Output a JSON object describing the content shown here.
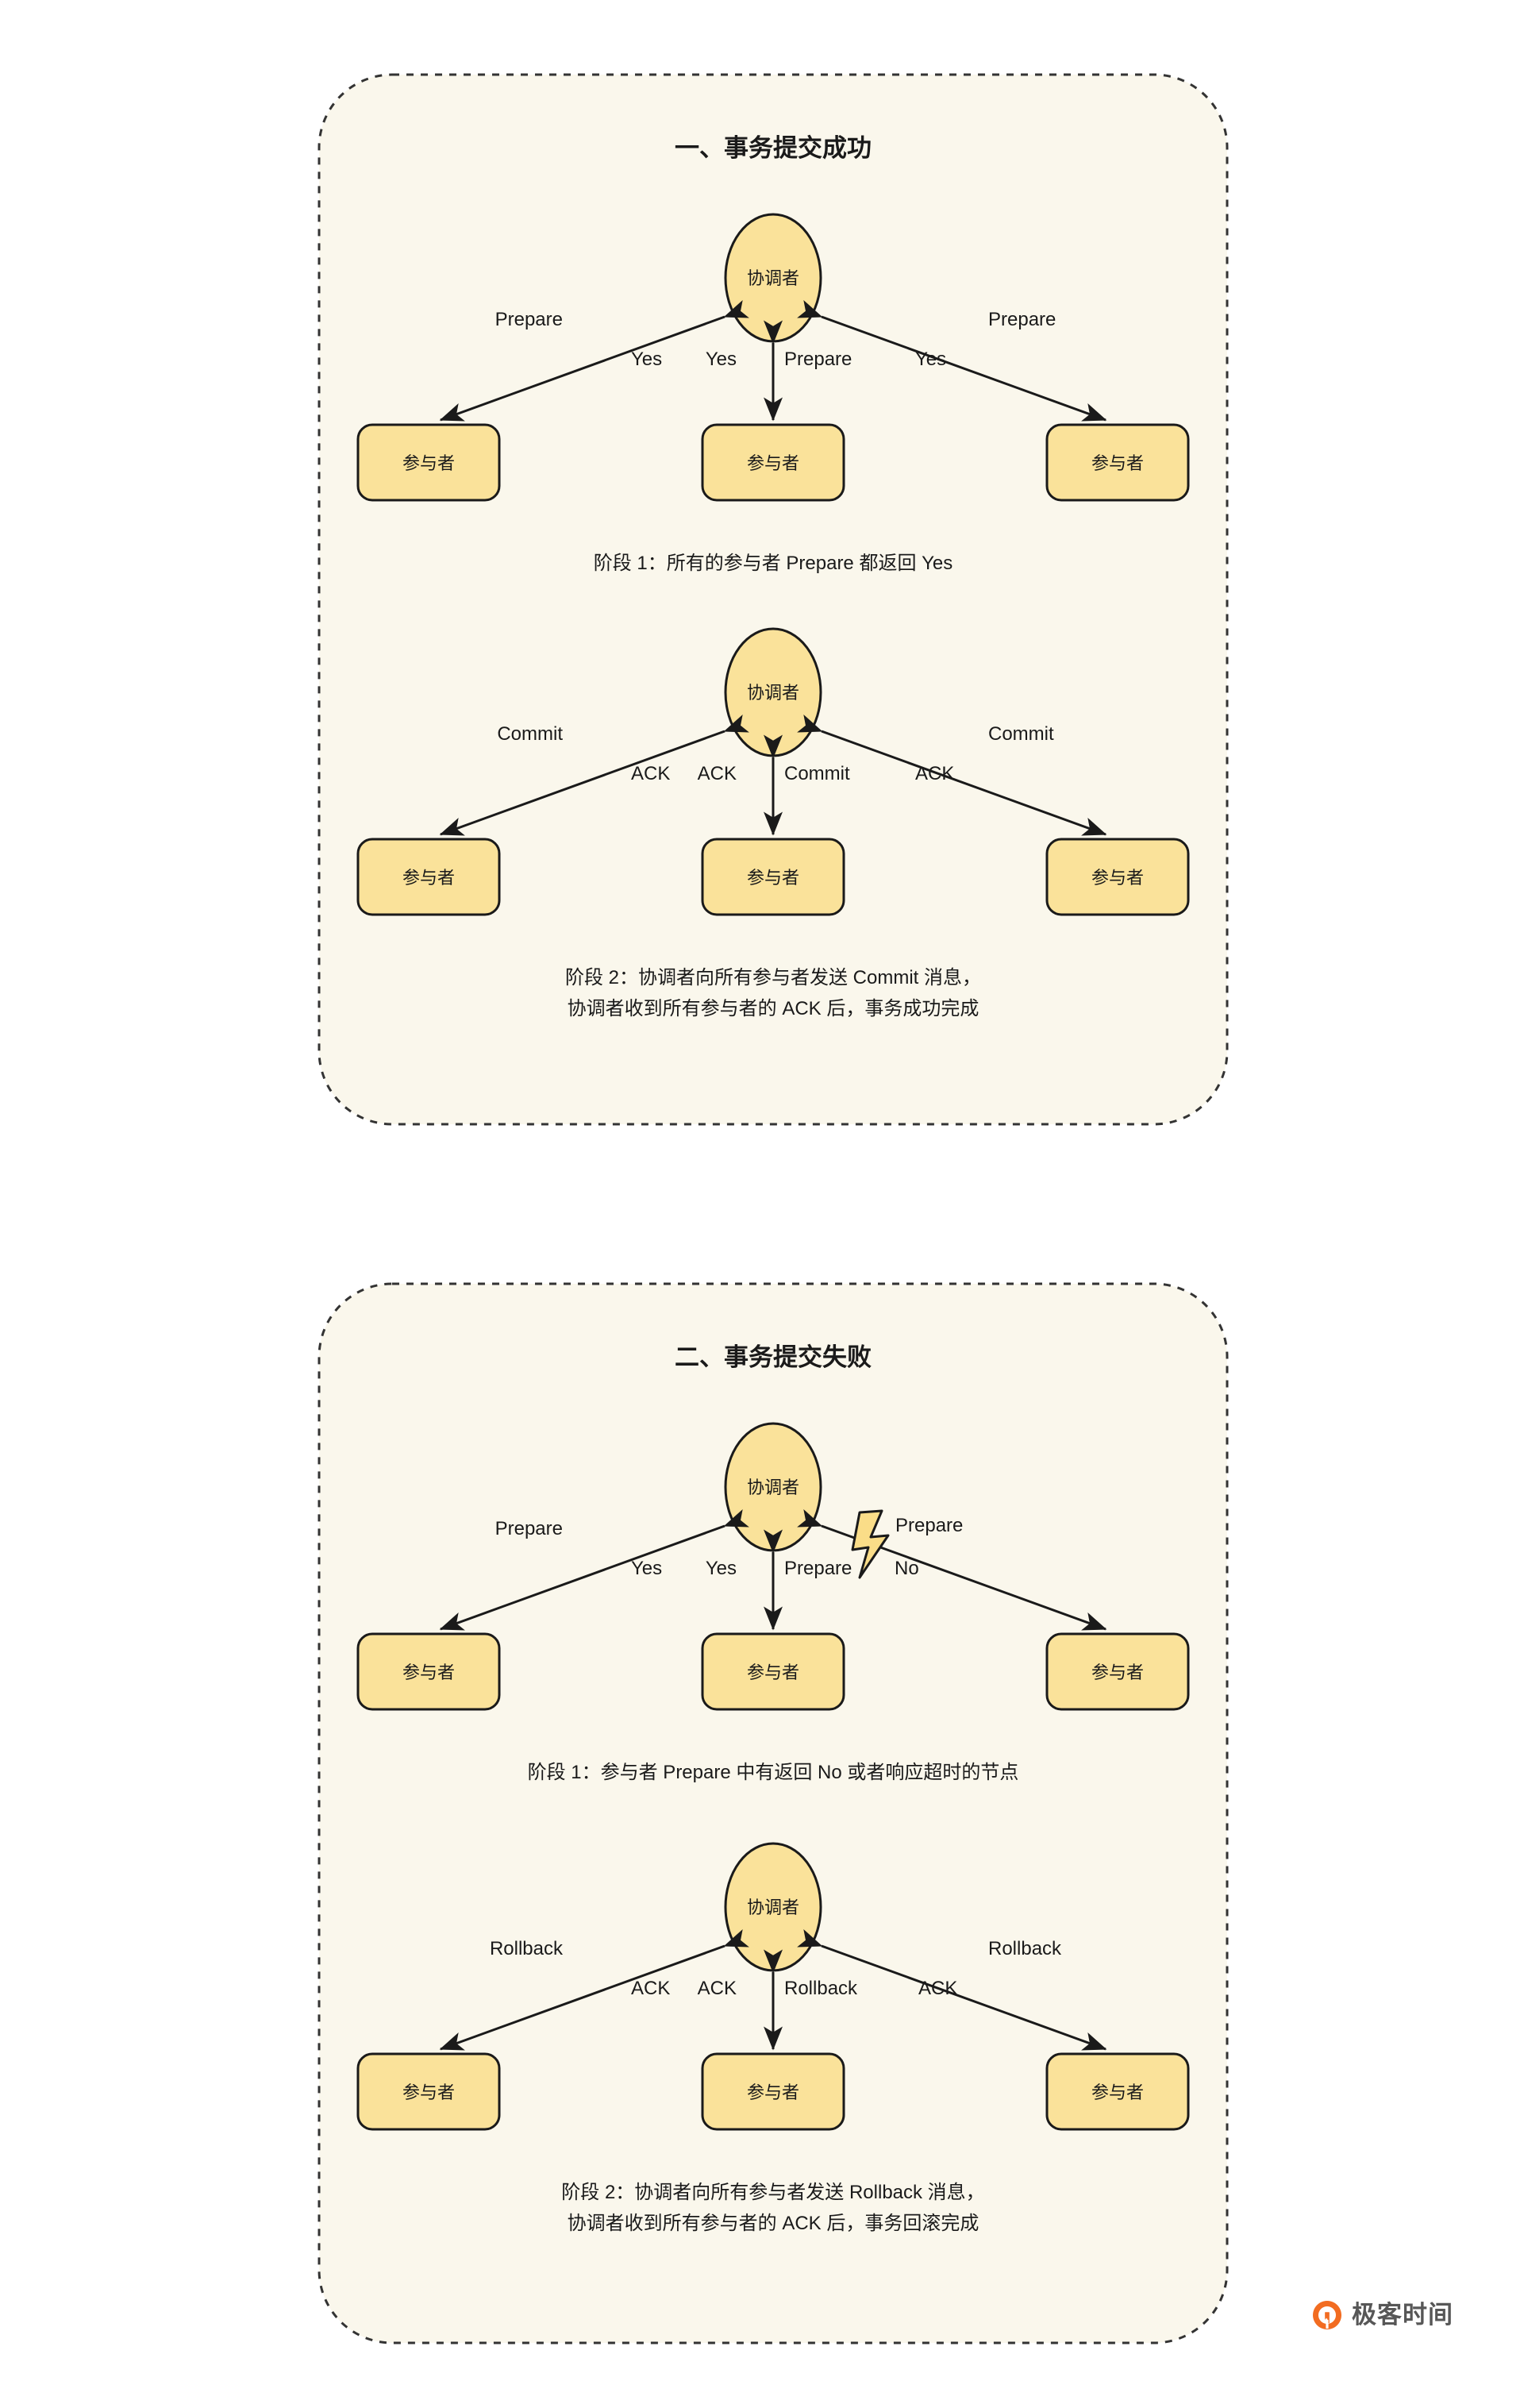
{
  "page": {
    "background": "#ffffff",
    "panel_fill": "#faf7ec",
    "panel_border": "#333333",
    "node_fill": "#fae29a",
    "node_stroke": "#1a1a1a",
    "bolt_fill": "#fadd88",
    "text_color": "#1a1a1a"
  },
  "sections": [
    {
      "id": "success",
      "title": "一、事务提交成功",
      "phases": [
        {
          "id": "success-phase-1",
          "coordinator": "协调者",
          "participants": [
            "参与者",
            "参与者",
            "参与者"
          ],
          "edge_labels": {
            "left_out": "Prepare",
            "left_in": "Yes",
            "mid_in": "Yes",
            "mid_out": "Prepare",
            "right_in": "Yes",
            "right_out": "Prepare"
          },
          "fault": false,
          "caption": [
            "阶段 1：所有的参与者 Prepare 都返回 Yes"
          ]
        },
        {
          "id": "success-phase-2",
          "coordinator": "协调者",
          "participants": [
            "参与者",
            "参与者",
            "参与者"
          ],
          "edge_labels": {
            "left_out": "Commit",
            "left_in": "ACK",
            "mid_in": "ACK",
            "mid_out": "Commit",
            "right_in": "ACK",
            "right_out": "Commit"
          },
          "fault": false,
          "caption": [
            "阶段 2：协调者向所有参与者发送 Commit 消息，",
            "协调者收到所有参与者的 ACK 后，事务成功完成"
          ]
        }
      ]
    },
    {
      "id": "failure",
      "title": "二、事务提交失败",
      "phases": [
        {
          "id": "failure-phase-1",
          "coordinator": "协调者",
          "participants": [
            "参与者",
            "参与者",
            "参与者"
          ],
          "edge_labels": {
            "left_out": "Prepare",
            "left_in": "Yes",
            "mid_in": "Yes",
            "mid_out": "Prepare",
            "right_in": "No",
            "right_out": "Prepare"
          },
          "fault": true,
          "fault_icon": "lightning-bolt-icon",
          "caption": [
            "阶段 1：参与者 Prepare 中有返回 No 或者响应超时的节点"
          ]
        },
        {
          "id": "failure-phase-2",
          "coordinator": "协调者",
          "participants": [
            "参与者",
            "参与者",
            "参与者"
          ],
          "edge_labels": {
            "left_out": "Rollback",
            "left_in": "ACK",
            "mid_in": "ACK",
            "mid_out": "Rollback",
            "right_in": "ACK",
            "right_out": "Rollback"
          },
          "fault": false,
          "caption": [
            "阶段 2：协调者向所有参与者发送 Rollback 消息，",
            "协调者收到所有参与者的 ACK 后，事务回滚完成"
          ]
        }
      ]
    }
  ],
  "brand": {
    "name": "极客时间",
    "mark_color": "#f26c21",
    "text_color": "#575757"
  }
}
